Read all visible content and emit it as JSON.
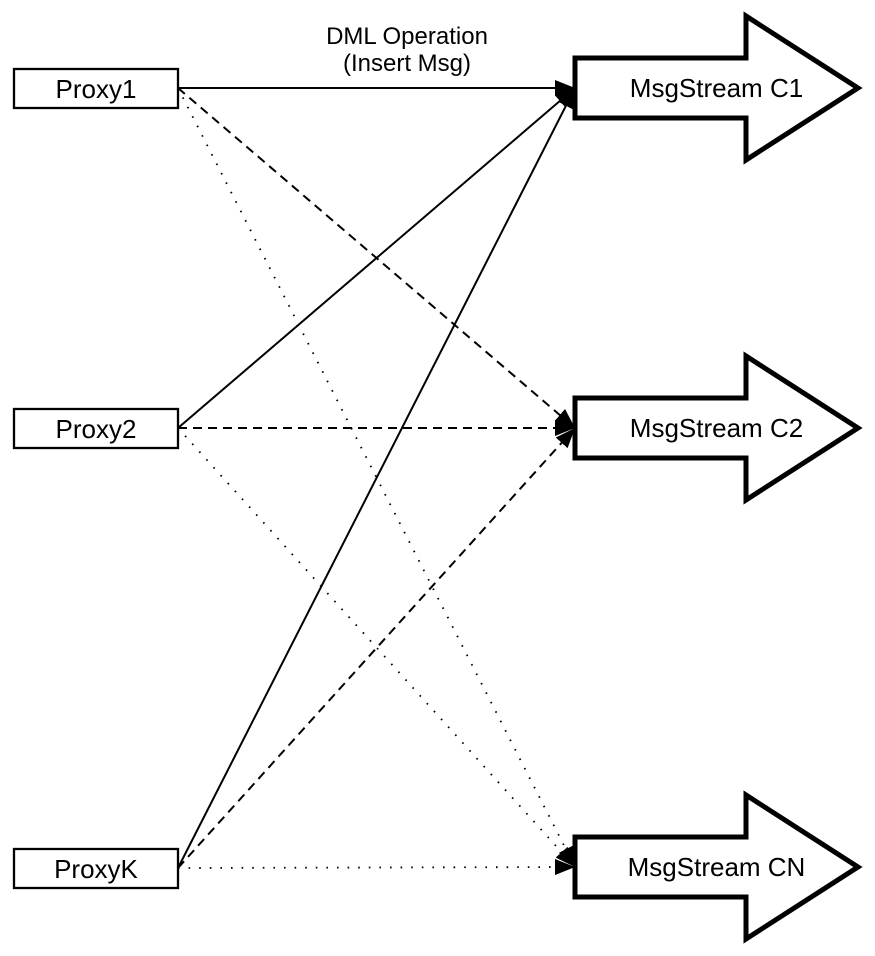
{
  "diagram": {
    "title_line1": "DML Operation",
    "title_line2": "(Insert Msg)",
    "proxies": [
      {
        "id": "proxy1",
        "label": "Proxy1"
      },
      {
        "id": "proxy2",
        "label": "Proxy2"
      },
      {
        "id": "proxyK",
        "label": "ProxyK"
      }
    ],
    "streams": [
      {
        "id": "c1",
        "label": "MsgStream C1"
      },
      {
        "id": "c2",
        "label": "MsgStream C2"
      },
      {
        "id": "cN",
        "label": "MsgStream CN"
      }
    ],
    "edges": [
      {
        "from": "proxy1",
        "to": "c1",
        "style": "solid"
      },
      {
        "from": "proxy2",
        "to": "c1",
        "style": "solid"
      },
      {
        "from": "proxyK",
        "to": "c1",
        "style": "solid"
      },
      {
        "from": "proxy1",
        "to": "c2",
        "style": "dashed"
      },
      {
        "from": "proxy2",
        "to": "c2",
        "style": "dashed"
      },
      {
        "from": "proxyK",
        "to": "c2",
        "style": "dashed"
      },
      {
        "from": "proxy1",
        "to": "cN",
        "style": "dotted"
      },
      {
        "from": "proxy2",
        "to": "cN",
        "style": "dotted"
      },
      {
        "from": "proxyK",
        "to": "cN",
        "style": "dotted"
      }
    ],
    "colors": {
      "line": "#000000",
      "shape_fill": "#ffffff",
      "shape_stroke": "#000000",
      "background": "#ffffff"
    }
  }
}
